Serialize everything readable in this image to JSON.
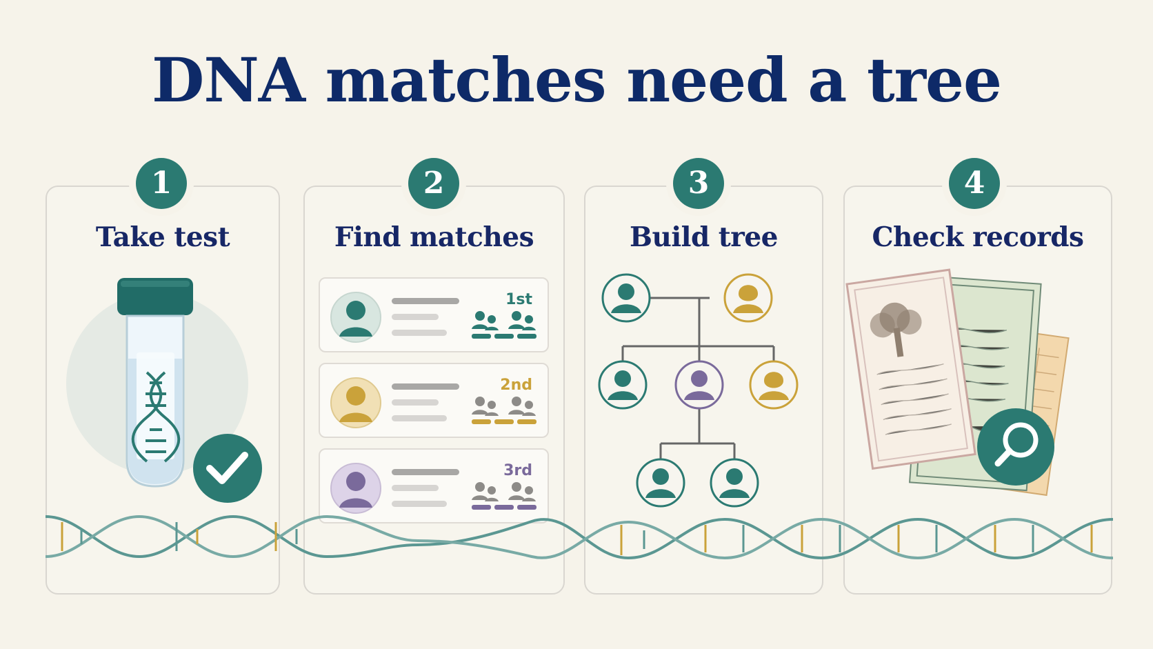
{
  "title": "DNA matches need a tree",
  "steps": [
    {
      "number": "1",
      "label": "Take test"
    },
    {
      "number": "2",
      "label": "Find matches"
    },
    {
      "number": "3",
      "label": "Build tree"
    },
    {
      "number": "4",
      "label": "Check records"
    }
  ],
  "matches": [
    {
      "grade": "1st"
    },
    {
      "grade": "2nd"
    },
    {
      "grade": "3rd"
    }
  ],
  "colors": {
    "navy": "#0e2a68",
    "teal": "#2b7a72",
    "gold": "#caa23a",
    "purple": "#7a6a9b",
    "panel_border": "#d9d6d0"
  }
}
